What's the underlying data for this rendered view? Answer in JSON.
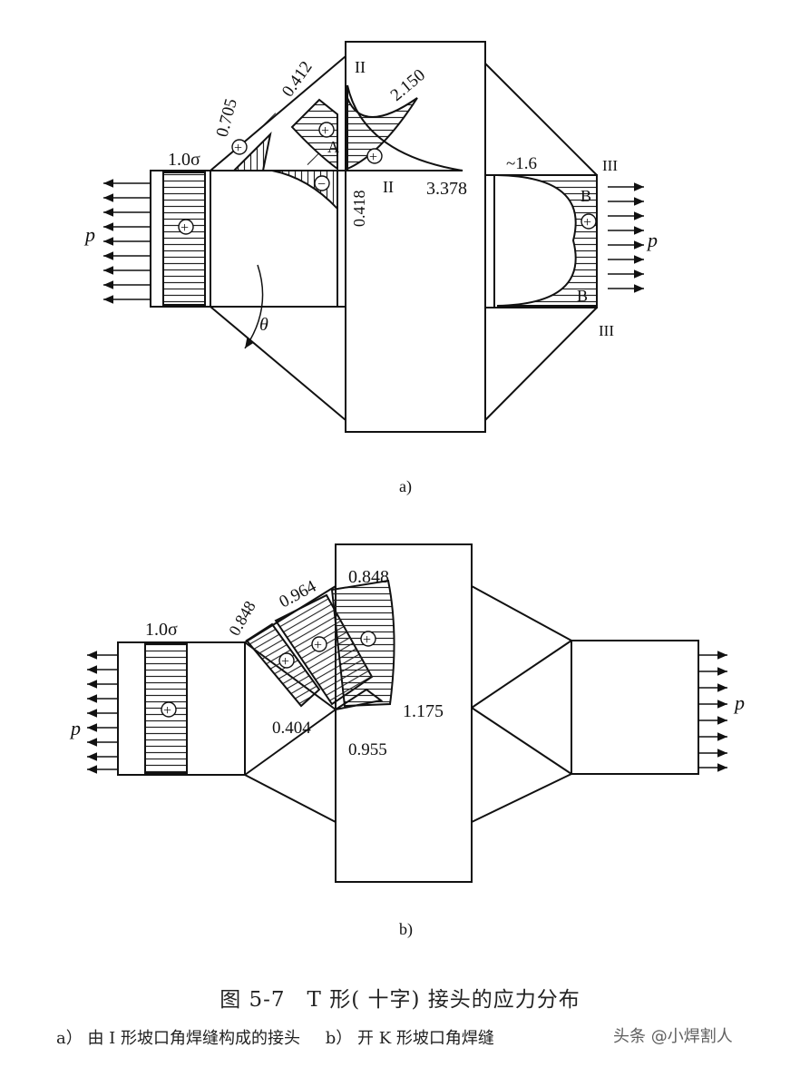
{
  "figure": {
    "caption_title": "图 5-7　T 形( 十字) 接头的应力分布",
    "caption_a": "a） 由 I 形坡口角焊缝构成的接头",
    "caption_b": "b） 开 K 形坡口角焊缝",
    "watermark": "头条 @小焊割人"
  },
  "diagram_a": {
    "sub_label": "a)",
    "values": {
      "v0705": "0.705",
      "v0412": "0.412",
      "v2150": "2.150",
      "v0418": "0.418",
      "v3378": "3.378",
      "v16": "~1.6",
      "sigma": "1.0σ"
    },
    "section_II": "II",
    "section_III": "III",
    "point_A": "A",
    "point_B": "B",
    "load": "p",
    "angle": "θ",
    "dash": "—"
  },
  "diagram_b": {
    "sub_label": "b)",
    "values": {
      "v0848a": "0.848",
      "v0964": "0.964",
      "v0848b": "0.848",
      "v0404": "0.404",
      "v1175": "1.175",
      "v0955": "0.955",
      "sigma": "1.0σ"
    },
    "load": "p"
  },
  "signs": {
    "plus": "+",
    "minus": "−"
  }
}
